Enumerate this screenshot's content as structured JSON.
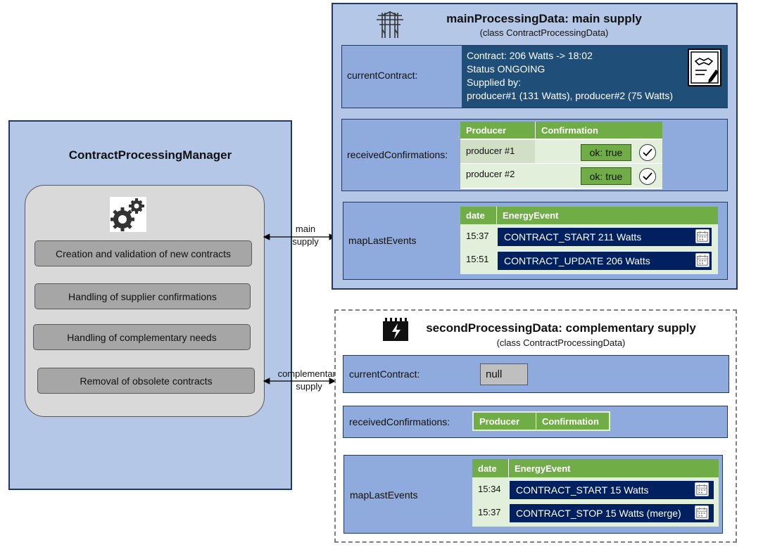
{
  "manager": {
    "title": "ContractProcessingManager",
    "tasks": [
      "Creation and validation of new contracts",
      "Handling of supplier confirmations",
      "Handling of complementary needs",
      "Removal of obsolete  contracts"
    ]
  },
  "links": {
    "main": [
      "main",
      "supply"
    ],
    "complementary": [
      "complementary",
      "supply"
    ]
  },
  "main": {
    "title": "mainProcessingData: main supply",
    "subtitle": "(class ContractProcessingData)",
    "current_label": "currentContract:",
    "contract_lines": [
      "Contract: 206 Watts  -> 18:02",
      "Status ONGOING",
      "Supplied by:",
      "producer#1 (131 Watts), producer#2 (75 Watts)"
    ],
    "confirm_label": "receivedConfirmations:",
    "confirm_headers": [
      "Producer",
      "Confirmation"
    ],
    "confirm_rows": [
      {
        "producer": "producer #1",
        "confirmation": "ok: true"
      },
      {
        "producer": "producer #2",
        "confirmation": "ok: true"
      }
    ],
    "events_label": "mapLastEvents",
    "events_headers": [
      "date",
      "EnergyEvent"
    ],
    "events": [
      {
        "date": "15:37",
        "event": "CONTRACT_START 211 Watts"
      },
      {
        "date": "15:51",
        "event": "CONTRACT_UPDATE 206 Watts"
      }
    ]
  },
  "second": {
    "title": "secondProcessingData: complementary supply",
    "subtitle": "(class ContractProcessingData)",
    "current_label": "currentContract:",
    "current_value": "null",
    "confirm_label": "receivedConfirmations:",
    "confirm_headers": [
      "Producer",
      "Confirmation"
    ],
    "events_label": "mapLastEvents",
    "events_headers": [
      "date",
      "EnergyEvent"
    ],
    "events": [
      {
        "date": "15:34",
        "event": "CONTRACT_START 15 Watts"
      },
      {
        "date": "15:37",
        "event": "CONTRACT_STOP 15 Watts (merge)"
      }
    ]
  },
  "icons": [
    "power-pylon-icon",
    "gears-icon",
    "contract-signing-icon",
    "check-icon",
    "calendar-icon",
    "battery-charge-icon"
  ],
  "colors": {
    "panel": "#b4c7e7",
    "row": "#8faadc",
    "navy": "#002060",
    "green": "#70ad47",
    "task": "#a6a6a6"
  }
}
